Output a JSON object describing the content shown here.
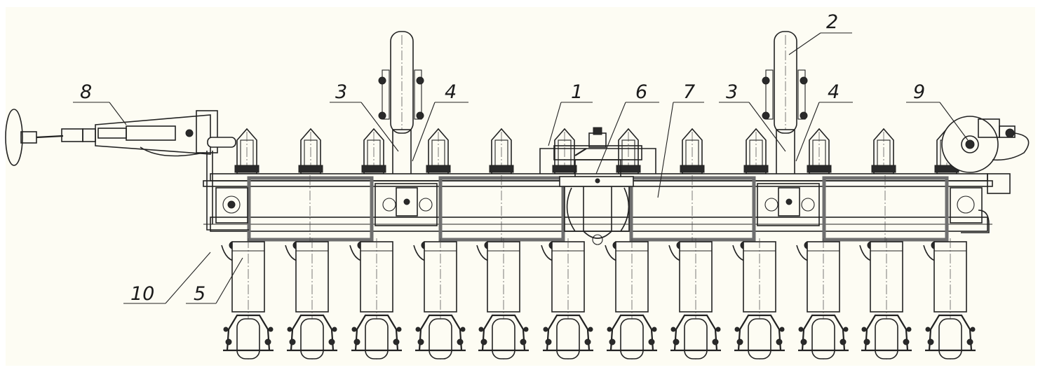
{
  "colors": {
    "paper": "#fdfcf3",
    "ink": "#222222",
    "frame": "#6f6f6f"
  },
  "callouts": [
    {
      "id": "c8",
      "text": "8"
    },
    {
      "id": "c3a",
      "text": "3"
    },
    {
      "id": "c4a",
      "text": "4"
    },
    {
      "id": "c1",
      "text": "1"
    },
    {
      "id": "c6",
      "text": "6"
    },
    {
      "id": "c7",
      "text": "7"
    },
    {
      "id": "c2",
      "text": "2"
    },
    {
      "id": "c3b",
      "text": "3"
    },
    {
      "id": "c4b",
      "text": "4"
    },
    {
      "id": "c9",
      "text": "9"
    },
    {
      "id": "c10",
      "text": "10"
    },
    {
      "id": "c5",
      "text": "5"
    }
  ]
}
